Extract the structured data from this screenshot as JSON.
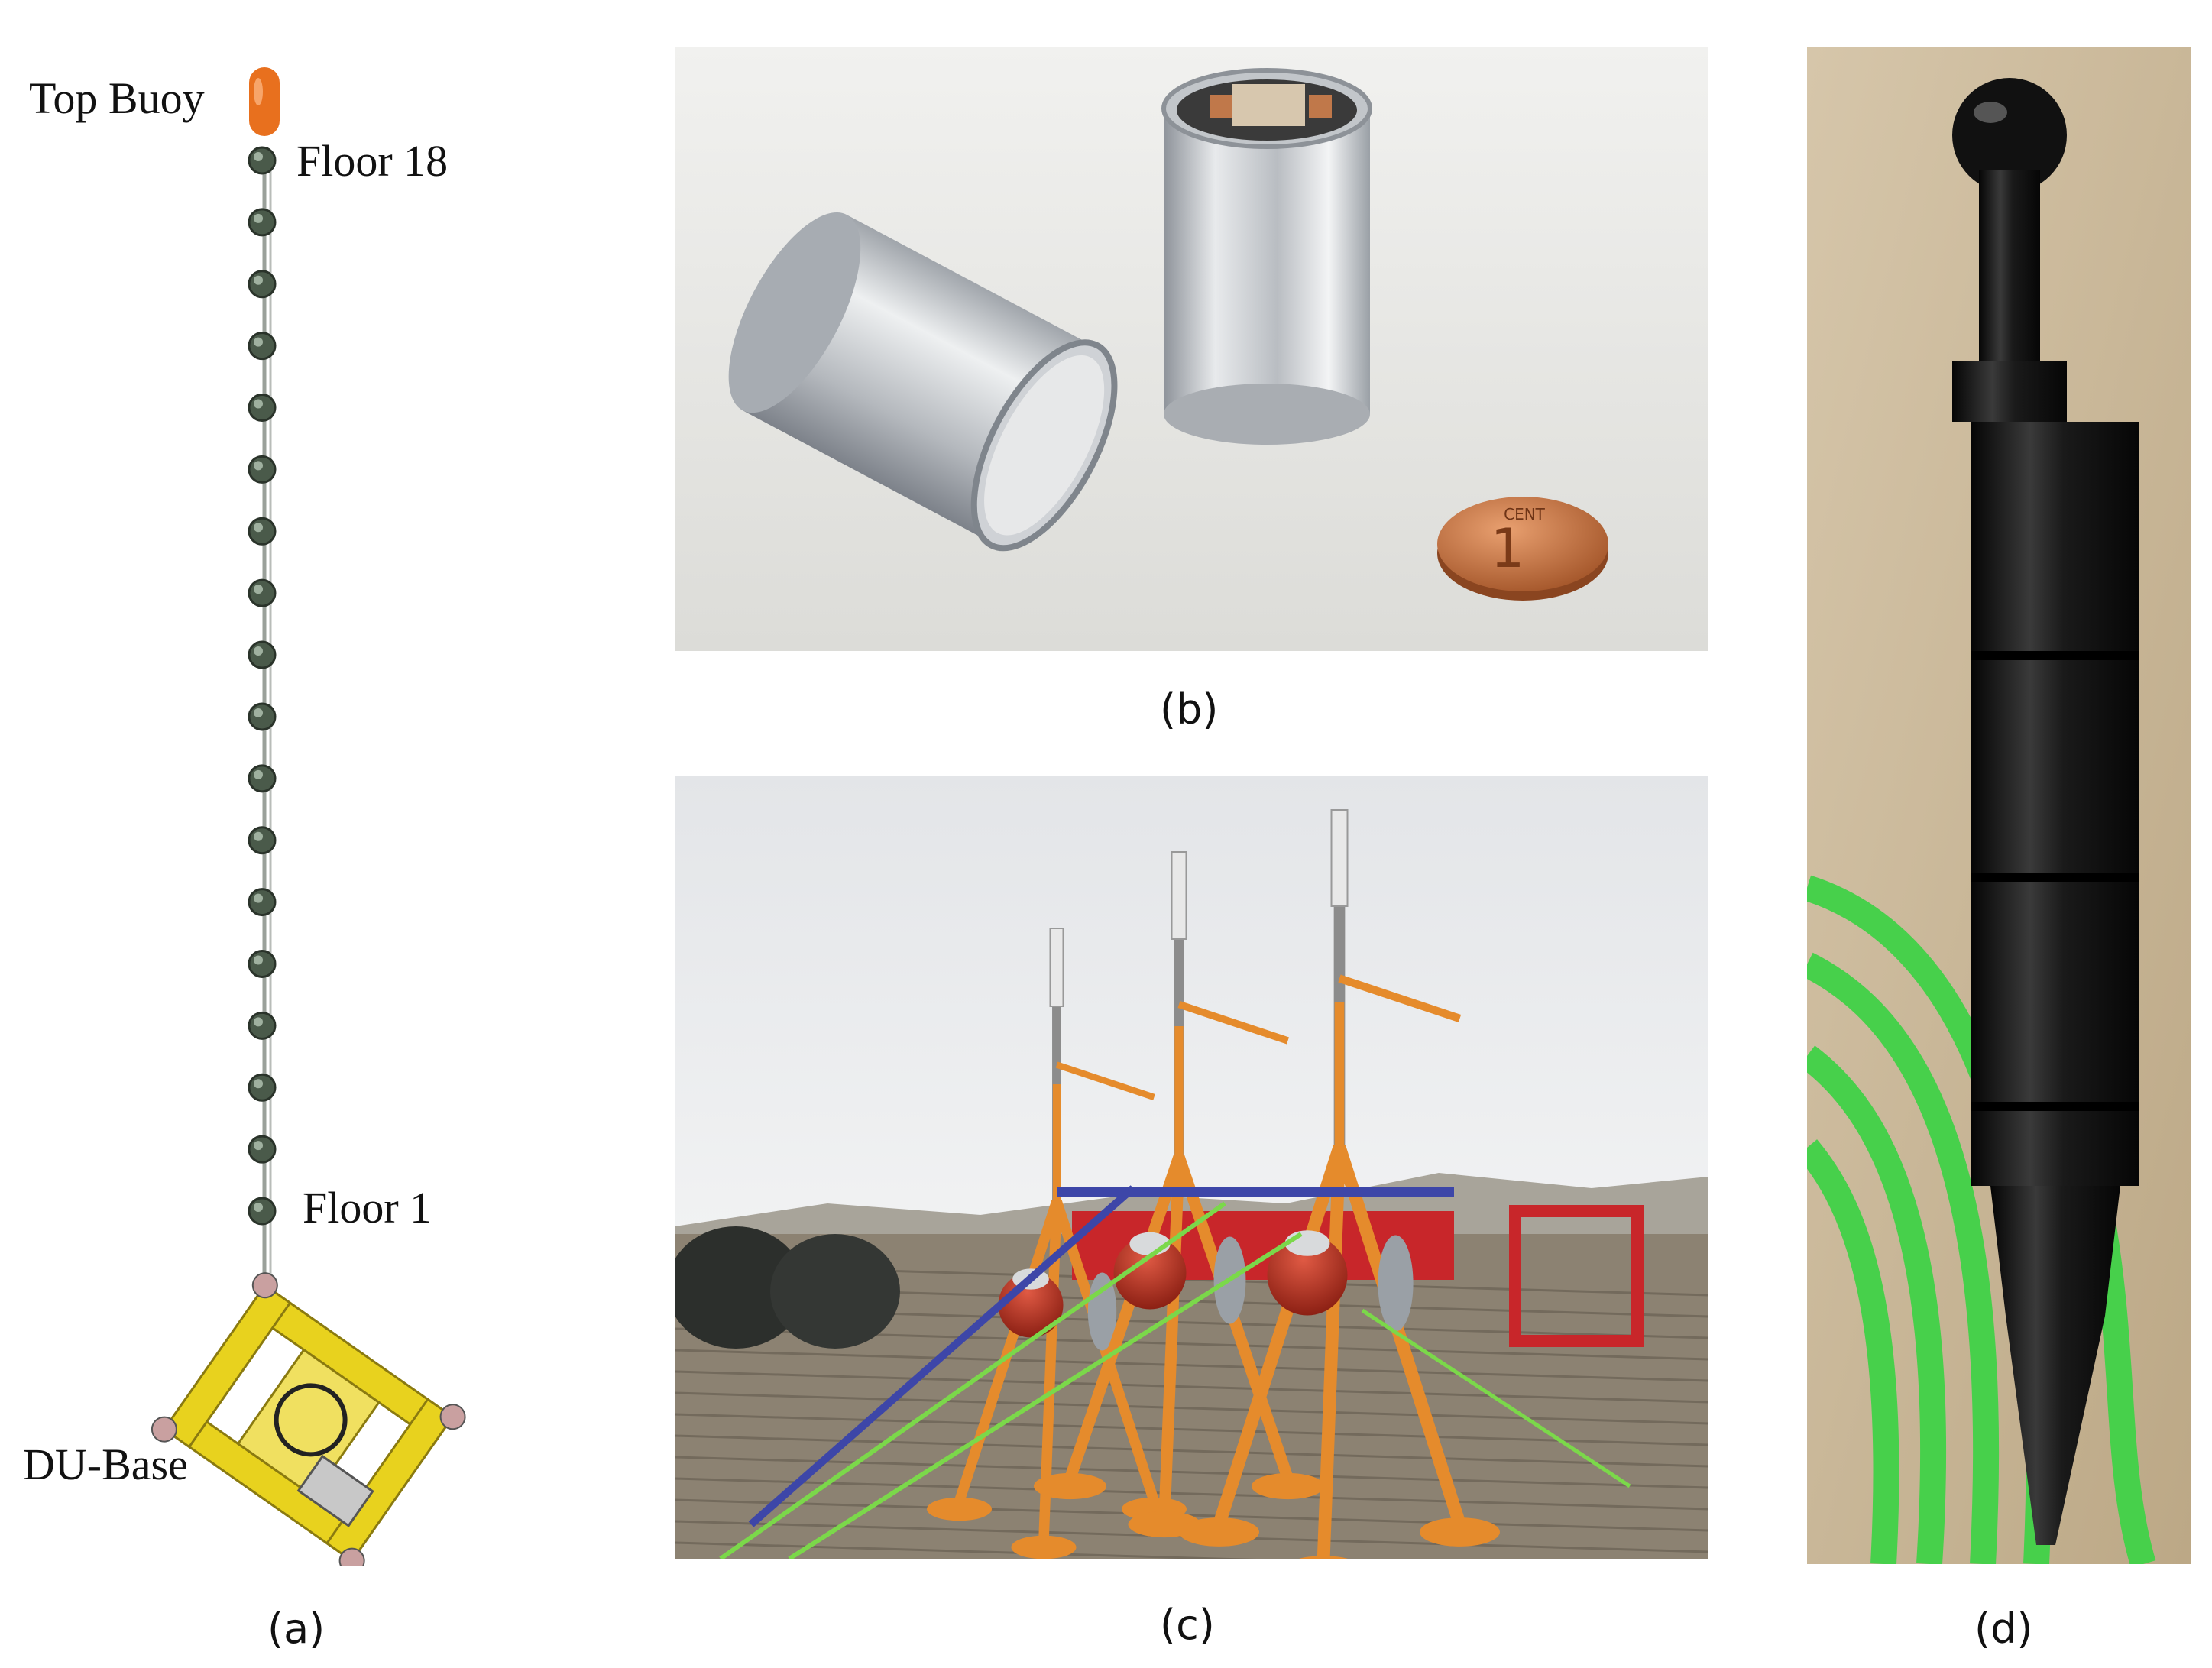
{
  "panel_a": {
    "caption": "(a)",
    "labels": {
      "top": "Top Buoy",
      "floor_top": "Floor 18",
      "floor_bottom": "Floor 1",
      "base": "DU-Base"
    },
    "floor_count": 18,
    "colors": {
      "buoy": "#e8701e",
      "module": "#4a5a4a",
      "base": "#e8d21e",
      "cable": "#9aa09a"
    }
  },
  "panel_b": {
    "caption": "(b)",
    "coin_text": "CENT",
    "coin_digit": "1",
    "colors": {
      "background": "#e9e9e7",
      "metal": "#c9ccd0",
      "coin": "#c8703e"
    }
  },
  "panel_c": {
    "caption": "(c)",
    "colors": {
      "sky": "#e6e8ea",
      "deck": "#8c8272",
      "frame": "#e58b2c",
      "sphere": "#c83a2a",
      "rack": "#c8262a",
      "strap": "#3d46a8",
      "rope": "#7bd84a"
    }
  },
  "panel_d": {
    "caption": "(d)",
    "colors": {
      "background": "#cbb89a",
      "body": "#141414",
      "cable": "#47d04b"
    }
  }
}
